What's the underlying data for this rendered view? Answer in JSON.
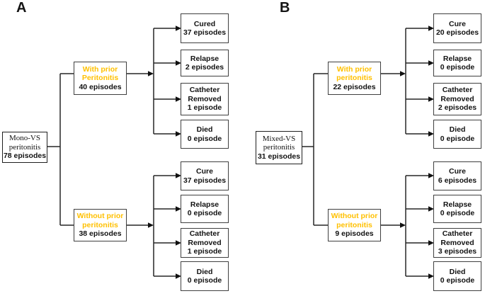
{
  "diagram": {
    "colors": {
      "accent": "#FFC000",
      "box_border": "#3f3f3f",
      "line": "#262626"
    },
    "panels": [
      {
        "label": "A",
        "root": {
          "lines": [
            "Mono-VS",
            "peritonitis"
          ],
          "count": "78 episodes"
        },
        "branches": [
          {
            "label_lines": [
              "With prior",
              "Peritonitis"
            ],
            "count": "40 episodes",
            "outcomes": [
              {
                "lines": [
                  "Cured",
                  "37 episodes"
                ]
              },
              {
                "lines": [
                  "Relapse",
                  "2 episodes"
                ]
              },
              {
                "lines": [
                  "Catheter",
                  "Removed",
                  "1 episode"
                ]
              },
              {
                "lines": [
                  "Died",
                  "0 episode"
                ]
              }
            ]
          },
          {
            "label_lines": [
              "Without prior",
              "peritonitis"
            ],
            "count": "38 episodes",
            "outcomes": [
              {
                "lines": [
                  "Cure",
                  "37 episodes"
                ]
              },
              {
                "lines": [
                  "Relapse",
                  "0 episode"
                ]
              },
              {
                "lines": [
                  "Catheter",
                  "Removed",
                  "1 episode"
                ]
              },
              {
                "lines": [
                  "Died",
                  "0 episode"
                ]
              }
            ]
          }
        ]
      },
      {
        "label": "B",
        "root": {
          "lines": [
            "Mixed-VS",
            "peritonitis"
          ],
          "count": "31 episodes"
        },
        "branches": [
          {
            "label_lines": [
              "With prior",
              "peritonitis"
            ],
            "count": "22 episodes",
            "outcomes": [
              {
                "lines": [
                  "Cure",
                  "20 episodes"
                ]
              },
              {
                "lines": [
                  "Relapse",
                  "0 episode"
                ]
              },
              {
                "lines": [
                  "Catheter",
                  "Removed",
                  "2 episodes"
                ]
              },
              {
                "lines": [
                  "Died",
                  "0 episode"
                ]
              }
            ]
          },
          {
            "label_lines": [
              "Without prior",
              "peritonitis"
            ],
            "count": "9 episodes",
            "outcomes": [
              {
                "lines": [
                  "Cure",
                  "6 episodes"
                ]
              },
              {
                "lines": [
                  "Relapse",
                  "0 episode"
                ]
              },
              {
                "lines": [
                  "Catheter",
                  "Removed",
                  "3 episodes"
                ]
              },
              {
                "lines": [
                  "Died",
                  "0 episode"
                ]
              }
            ]
          }
        ]
      }
    ]
  }
}
